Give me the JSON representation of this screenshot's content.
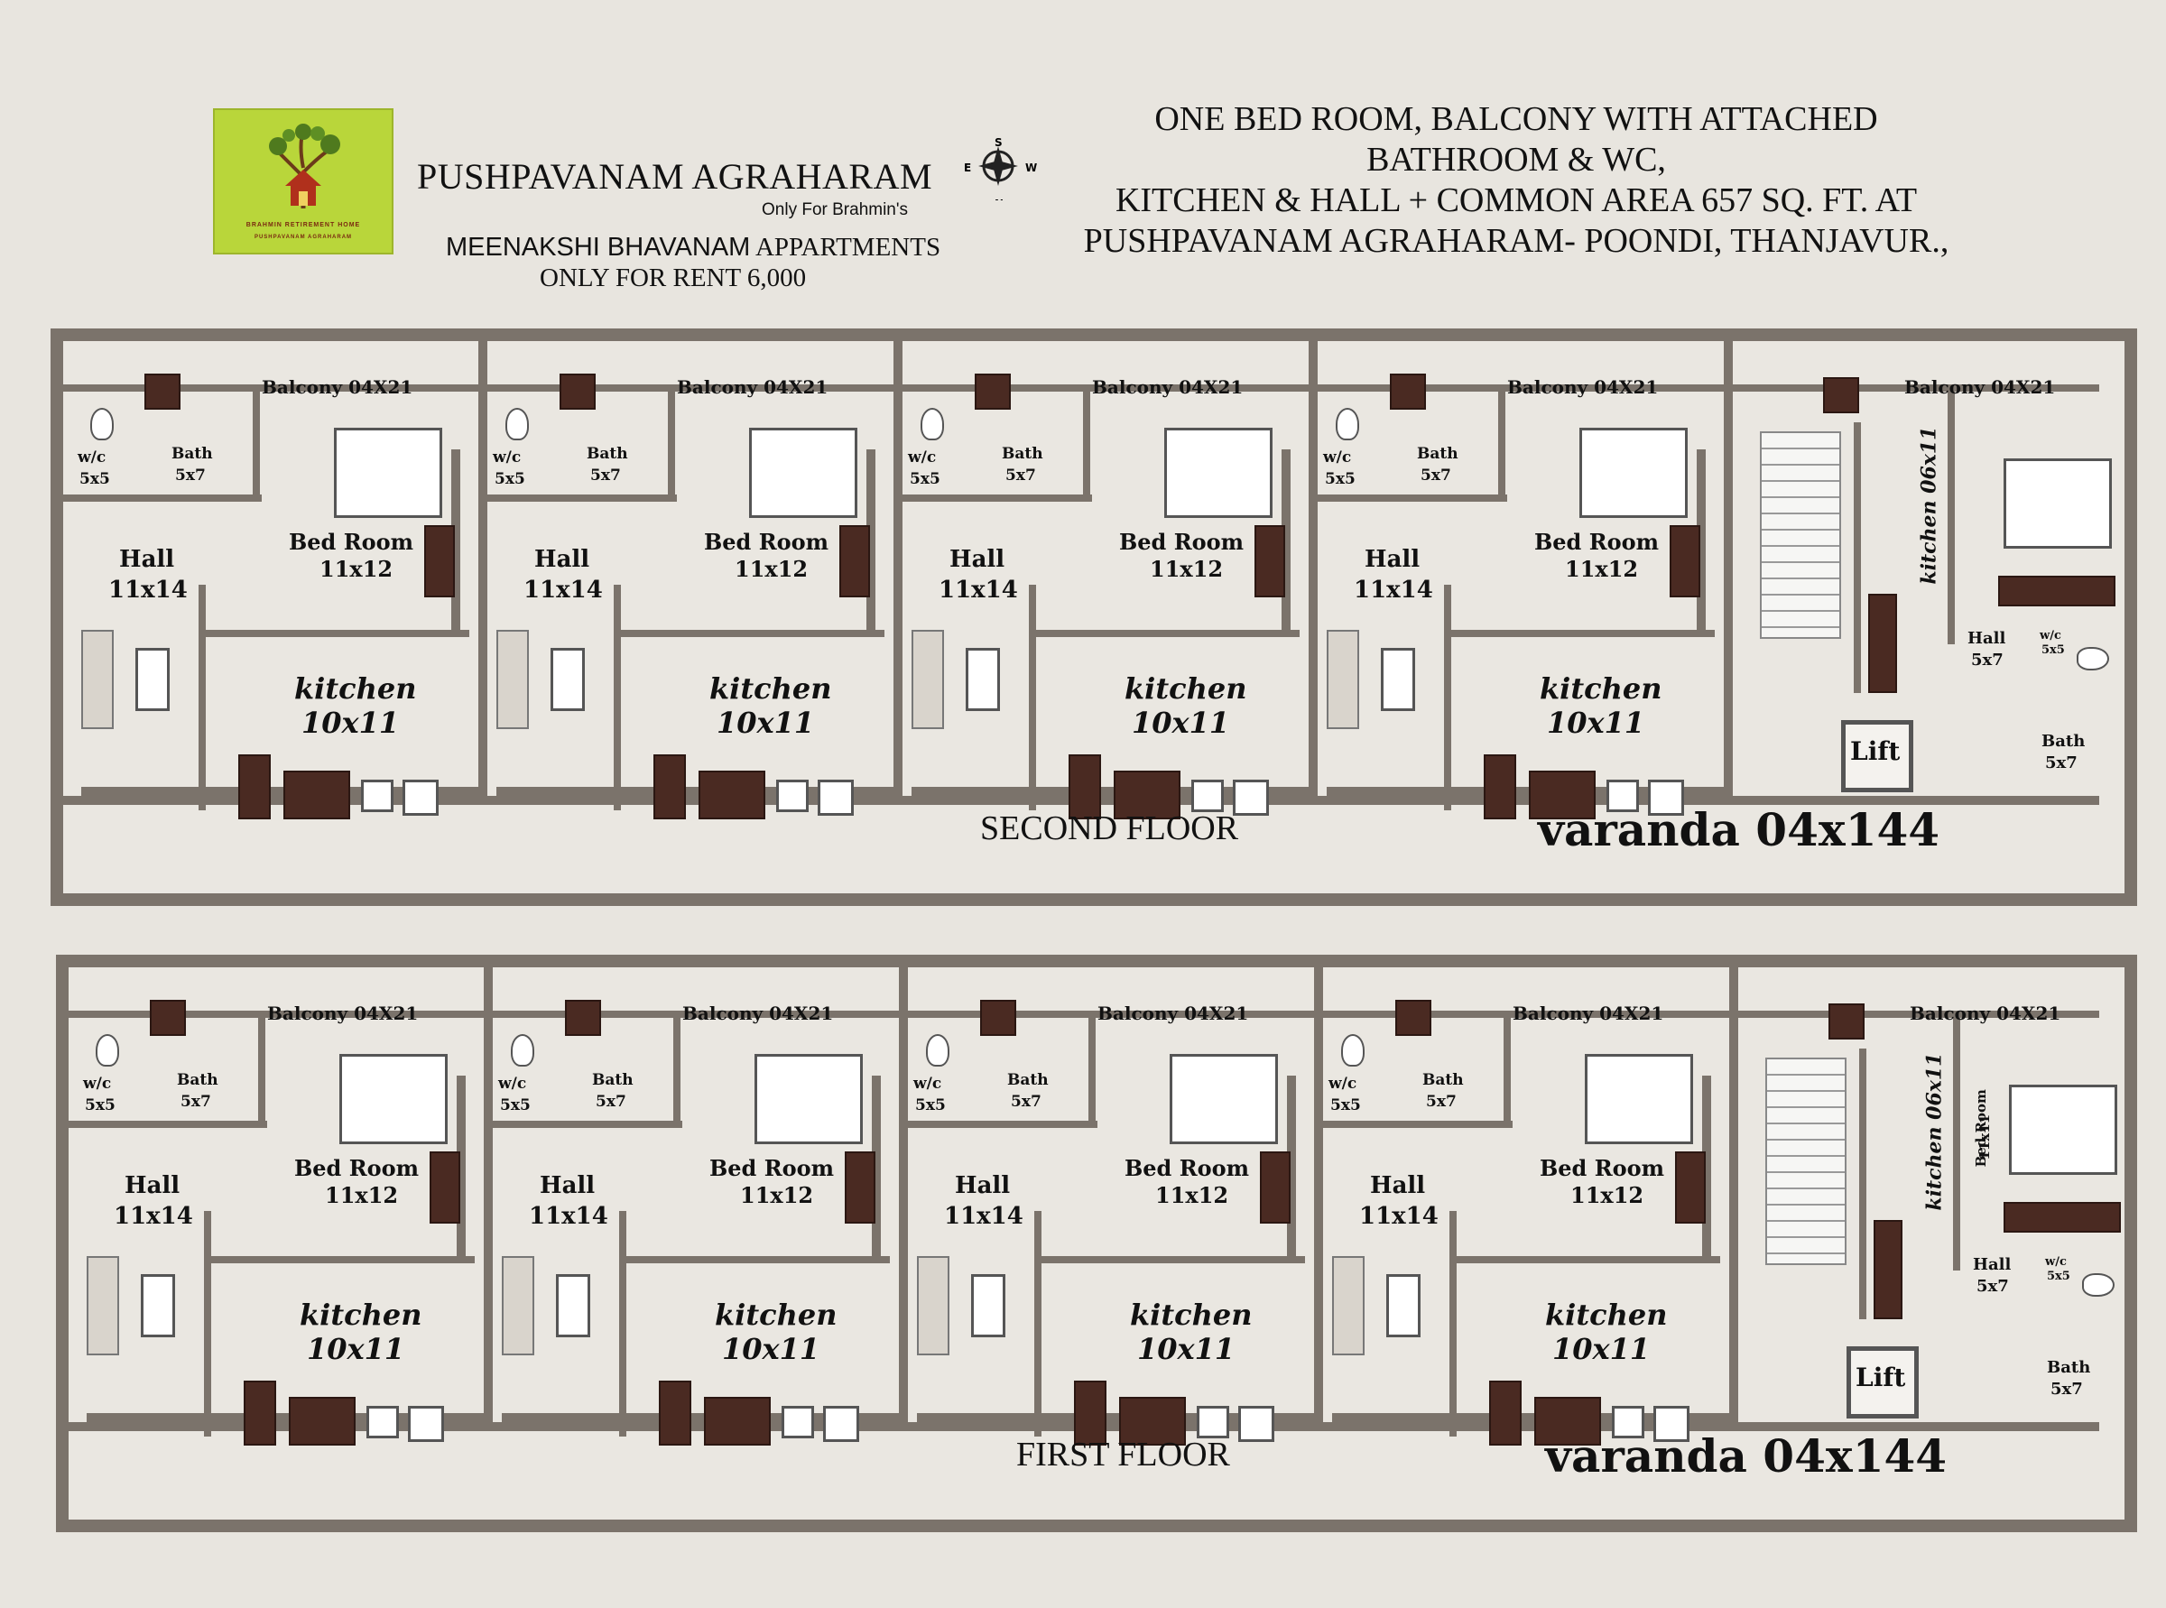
{
  "header": {
    "logo_line1": "BRAHMIN RETIREMENT HOME",
    "logo_line2": "PUSHPAVANAM AGRAHARAM",
    "title": "PUSHPAVANAM AGRAHARAM",
    "subtitle": "Only For Brahmin's",
    "building_name": "MEENAKSHI BHAVANAM",
    "building_suffix": "APPARTMENTS",
    "rent": "ONLY FOR RENT 6,000",
    "compass": {
      "n": "N",
      "s": "S",
      "e": "E",
      "w": "W"
    },
    "description": [
      "ONE BED ROOM, BALCONY WITH ATTACHED",
      "BATHROOM & WC,",
      "KITCHEN & HALL + COMMON AREA 657 SQ. FT. AT",
      "PUSHPAVANAM AGRAHARAM- POONDI, THANJAVUR.,"
    ]
  },
  "unit_labels": {
    "balcony": "Balcony 04X21",
    "wc": "w/c",
    "wc_size": "5x5",
    "bath": "Bath",
    "bath_size": "5x7",
    "hall": "Hall",
    "hall_size": "11x14",
    "bedroom": "Bed Room",
    "bedroom_size": "11x12",
    "kitchen": "kitchen",
    "kitchen_size": "10x11"
  },
  "common": {
    "kitchen_vertical": "kitchen 06x11",
    "lift": "Lift",
    "hall_small": "Hall",
    "hall_small_size": "5x7",
    "bedroom_vertical": "Bed Room",
    "bedroom_vertical_size": "11x11"
  },
  "floors": [
    {
      "title": "SECOND FLOOR",
      "varanda": "varanda 04x144"
    },
    {
      "title": "FIRST FLOOR",
      "varanda": "varanda 04x144"
    }
  ],
  "colors": {
    "wall": "#7b736b",
    "logo_bg": "#b9d63a",
    "furniture": "#4a2a22",
    "page_bg": "#e8e5df"
  }
}
